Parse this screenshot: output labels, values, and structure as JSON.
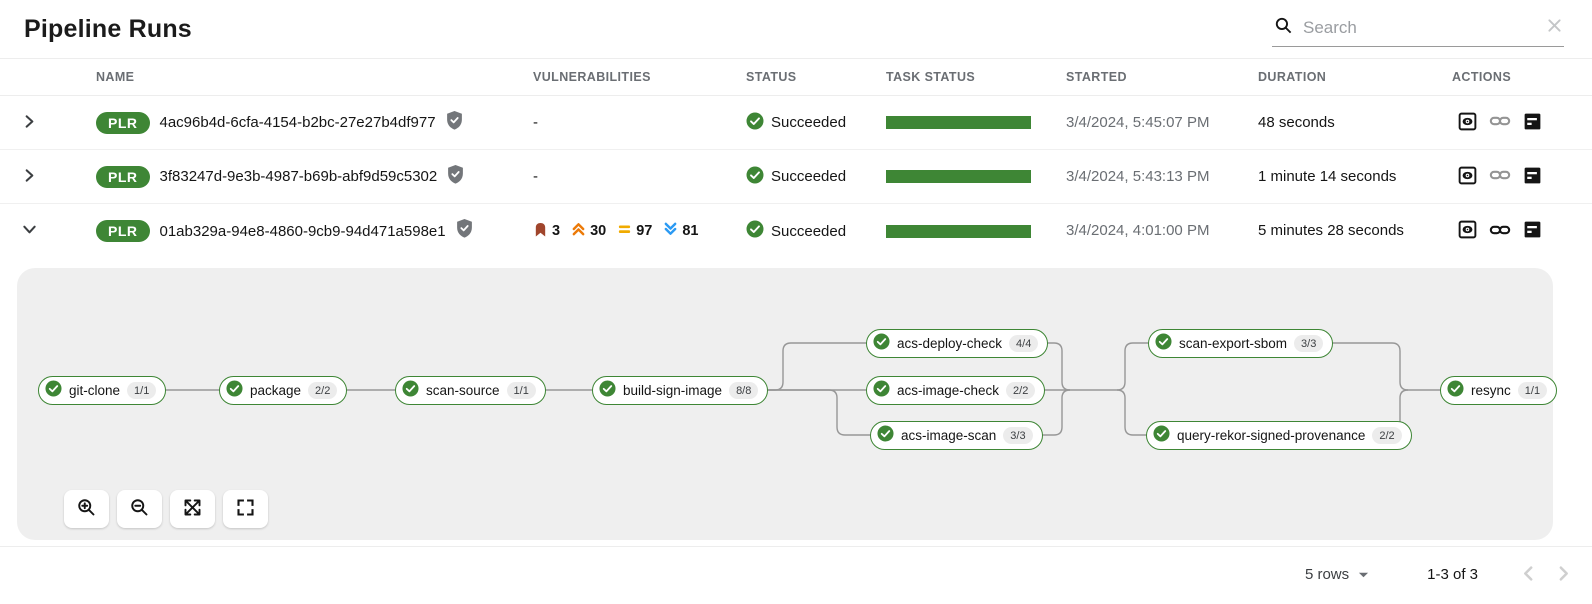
{
  "header": {
    "title": "Pipeline Runs"
  },
  "search": {
    "placeholder": "Search"
  },
  "table": {
    "columns": {
      "name": "NAME",
      "vulnerabilities": "VULNERABILITIES",
      "status": "STATUS",
      "task_status": "TASK STATUS",
      "started": "STARTED",
      "duration": "DURATION",
      "actions": "ACTIONS"
    },
    "rows": [
      {
        "badge": "PLR",
        "name": "4ac96b4d-6cfa-4154-b2bc-27e27b4df977",
        "vulnerabilities": "-",
        "status": "Succeeded",
        "started": "3/4/2024, 5:45:07 PM",
        "duration": "48 seconds"
      },
      {
        "badge": "PLR",
        "name": "3f83247d-9e3b-4987-b69b-abf9d59c5302",
        "vulnerabilities": "-",
        "status": "Succeeded",
        "started": "3/4/2024, 5:43:13 PM",
        "duration": "1 minute 14 seconds"
      },
      {
        "badge": "PLR",
        "name": "01ab329a-94e8-4860-9cb9-94d471a598e1",
        "vulnerabilities": {
          "critical": "3",
          "high": "30",
          "medium": "97",
          "low": "81"
        },
        "status": "Succeeded",
        "started": "3/4/2024, 4:01:00 PM",
        "duration": "5 minutes 28 seconds"
      }
    ]
  },
  "graph": {
    "nodes": [
      {
        "label": "git-clone",
        "count": "1/1"
      },
      {
        "label": "package",
        "count": "2/2"
      },
      {
        "label": "scan-source",
        "count": "1/1"
      },
      {
        "label": "build-sign-image",
        "count": "8/8"
      },
      {
        "label": "acs-deploy-check",
        "count": "4/4"
      },
      {
        "label": "acs-image-check",
        "count": "2/2"
      },
      {
        "label": "acs-image-scan",
        "count": "3/3"
      },
      {
        "label": "scan-export-sbom",
        "count": "3/3"
      },
      {
        "label": "query-rekor-signed-provenance",
        "count": "2/2"
      },
      {
        "label": "resync",
        "count": "1/1"
      }
    ]
  },
  "footer": {
    "rows_per_page": "5 rows",
    "range": "1-3 of 3"
  },
  "colors": {
    "success": "#3e8635",
    "critical": "#a0452c",
    "high": "#ec7a08",
    "medium": "#f0ab00",
    "low": "#2b9af3"
  }
}
